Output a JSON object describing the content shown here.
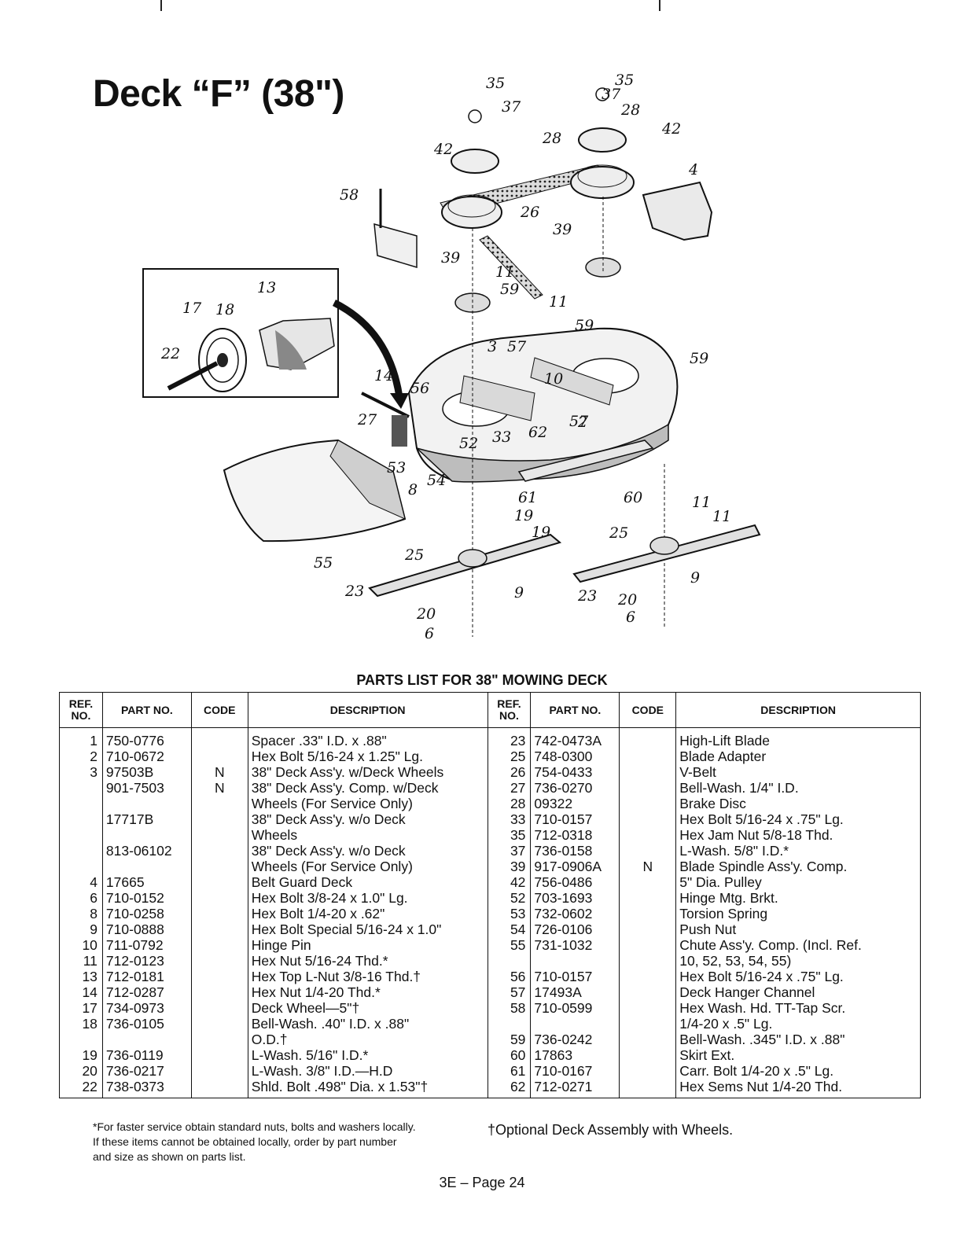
{
  "title": "Deck “F” (38\")",
  "diagram": {
    "callouts": [
      "35",
      "37",
      "28",
      "42",
      "58",
      "26",
      "35",
      "37",
      "28",
      "42",
      "4",
      "39",
      "11",
      "59",
      "39",
      "13",
      "17",
      "18",
      "22",
      "11",
      "59",
      "3",
      "57",
      "59",
      "2",
      "10",
      "14",
      "56",
      "27",
      "52",
      "33",
      "62",
      "57",
      "53",
      "8",
      "54",
      "61",
      "60",
      "11",
      "19",
      "11",
      "19",
      "25",
      "25",
      "55",
      "23",
      "9",
      "23",
      "20",
      "9",
      "20",
      "6",
      "6"
    ]
  },
  "parts_list": {
    "title": "PARTS LIST FOR 38\" MOWING DECK",
    "headers": {
      "ref_no": "REF. NO.",
      "part_no": "PART NO.",
      "code": "CODE",
      "description": "DESCRIPTION"
    },
    "left": [
      {
        "ref": "1",
        "part": "750-0776",
        "code": "",
        "desc": "Spacer .33\" I.D. x .88\""
      },
      {
        "ref": "2",
        "part": "710-0672",
        "code": "",
        "desc": "Hex Bolt 5/16-24 x 1.25\" Lg."
      },
      {
        "ref": "3",
        "part": "97503B",
        "code": "N",
        "desc": "38\" Deck Ass'y. w/Deck Wheels"
      },
      {
        "ref": "",
        "part": "901-7503",
        "code": "N",
        "desc": "38\" Deck Ass'y. Comp. w/Deck"
      },
      {
        "ref": "",
        "part": "",
        "code": "",
        "desc": "Wheels (For Service Only)",
        "indent": true
      },
      {
        "ref": "",
        "part": "17717B",
        "code": "",
        "desc": "38\" Deck Ass'y. w/o Deck"
      },
      {
        "ref": "",
        "part": "",
        "code": "",
        "desc": "Wheels",
        "indent": true
      },
      {
        "ref": "",
        "part": "813-06102",
        "code": "",
        "desc": "38\" Deck Ass'y. w/o Deck"
      },
      {
        "ref": "",
        "part": "",
        "code": "",
        "desc": "Wheels (For Service Only)",
        "indent": true
      },
      {
        "ref": "4",
        "part": "17665",
        "code": "",
        "desc": "Belt Guard Deck"
      },
      {
        "ref": "6",
        "part": "710-0152",
        "code": "",
        "desc": "Hex Bolt 3/8-24 x 1.0\" Lg."
      },
      {
        "ref": "8",
        "part": "710-0258",
        "code": "",
        "desc": "Hex Bolt 1/4-20 x .62\""
      },
      {
        "ref": "9",
        "part": "710-0888",
        "code": "",
        "desc": "Hex Bolt Special 5/16-24 x 1.0\""
      },
      {
        "ref": "10",
        "part": "711-0792",
        "code": "",
        "desc": "Hinge Pin"
      },
      {
        "ref": "11",
        "part": "712-0123",
        "code": "",
        "desc": "Hex Nut 5/16-24 Thd.*"
      },
      {
        "ref": "13",
        "part": "712-0181",
        "code": "",
        "desc": "Hex Top L-Nut 3/8-16 Thd.†"
      },
      {
        "ref": "14",
        "part": "712-0287",
        "code": "",
        "desc": "Hex Nut 1/4-20 Thd.*"
      },
      {
        "ref": "17",
        "part": "734-0973",
        "code": "",
        "desc": "Deck Wheel—5\"†"
      },
      {
        "ref": "18",
        "part": "736-0105",
        "code": "",
        "desc": "Bell-Wash. .40\" I.D. x .88\""
      },
      {
        "ref": "",
        "part": "",
        "code": "",
        "desc": "O.D.†",
        "indent": true
      },
      {
        "ref": "19",
        "part": "736-0119",
        "code": "",
        "desc": "L-Wash. 5/16\" I.D.*"
      },
      {
        "ref": "20",
        "part": "736-0217",
        "code": "",
        "desc": "L-Wash. 3/8\" I.D.—H.D"
      },
      {
        "ref": "22",
        "part": "738-0373",
        "code": "",
        "desc": "Shld. Bolt .498\" Dia. x 1.53\"†"
      }
    ],
    "right": [
      {
        "ref": "23",
        "part": "742-0473A",
        "code": "",
        "desc": "High-Lift Blade"
      },
      {
        "ref": "25",
        "part": "748-0300",
        "code": "",
        "desc": "Blade Adapter"
      },
      {
        "ref": "26",
        "part": "754-0433",
        "code": "",
        "desc": "V-Belt"
      },
      {
        "ref": "27",
        "part": "736-0270",
        "code": "",
        "desc": "Bell-Wash. 1/4\" I.D."
      },
      {
        "ref": "28",
        "part": "09322",
        "code": "",
        "desc": "Brake Disc"
      },
      {
        "ref": "33",
        "part": "710-0157",
        "code": "",
        "desc": "Hex Bolt 5/16-24 x .75\" Lg."
      },
      {
        "ref": "35",
        "part": "712-0318",
        "code": "",
        "desc": "Hex Jam Nut 5/8-18 Thd."
      },
      {
        "ref": "37",
        "part": "736-0158",
        "code": "",
        "desc": "L-Wash. 5/8\" I.D.*"
      },
      {
        "ref": "39",
        "part": "917-0906A",
        "code": "N",
        "desc": "Blade Spindle Ass'y. Comp."
      },
      {
        "ref": "42",
        "part": "756-0486",
        "code": "",
        "desc": "5\" Dia. Pulley"
      },
      {
        "ref": "52",
        "part": "703-1693",
        "code": "",
        "desc": "Hinge Mtg. Brkt."
      },
      {
        "ref": "53",
        "part": "732-0602",
        "code": "",
        "desc": "Torsion Spring"
      },
      {
        "ref": "54",
        "part": "726-0106",
        "code": "",
        "desc": "Push Nut"
      },
      {
        "ref": "55",
        "part": "731-1032",
        "code": "",
        "desc": "Chute Ass'y. Comp. (Incl. Ref."
      },
      {
        "ref": "",
        "part": "",
        "code": "",
        "desc": "10, 52, 53, 54, 55)",
        "indent": true
      },
      {
        "ref": "56",
        "part": "710-0157",
        "code": "",
        "desc": "Hex Bolt 5/16-24 x .75\" Lg."
      },
      {
        "ref": "57",
        "part": "17493A",
        "code": "",
        "desc": "Deck Hanger Channel"
      },
      {
        "ref": "58",
        "part": "710-0599",
        "code": "",
        "desc": "Hex Wash. Hd. TT-Tap Scr."
      },
      {
        "ref": "",
        "part": "",
        "code": "",
        "desc": "1/4-20 x .5\" Lg.",
        "indent": true
      },
      {
        "ref": "59",
        "part": "736-0242",
        "code": "",
        "desc": "Bell-Wash. .345\" I.D. x .88\""
      },
      {
        "ref": "60",
        "part": "17863",
        "code": "",
        "desc": "Skirt Ext."
      },
      {
        "ref": "61",
        "part": "710-0167",
        "code": "",
        "desc": "Carr. Bolt 1/4-20 x .5\" Lg."
      },
      {
        "ref": "62",
        "part": "712-0271",
        "code": "",
        "desc": "Hex Sems Nut 1/4-20 Thd."
      }
    ]
  },
  "footnotes": {
    "asterisk_lines": [
      "*For faster service obtain standard nuts, bolts and washers locally.",
      "If these items cannot be obtained locally, order by part number",
      "and size as shown on parts list."
    ],
    "dagger": "†Optional Deck Assembly with Wheels."
  },
  "page_number": "3E – Page 24"
}
